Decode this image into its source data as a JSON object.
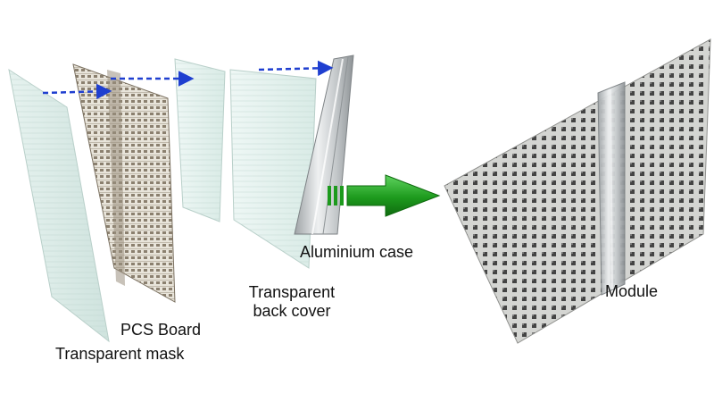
{
  "labels": {
    "transparent_mask": "Transparent mask",
    "pcs_board": "PCS Board",
    "back_cover_line1": "Transparent",
    "back_cover_line2": "back cover",
    "aluminium_case": "Aluminium case",
    "module": "Module"
  },
  "colors": {
    "mask": "#dcece8",
    "cover": "#e7f3f0",
    "pcs_dots": "#8b806f",
    "aluminium": "#c9ccce",
    "module_face": "#cfd0cc",
    "module_led": "#2b2b2b",
    "arrow_dashed": "#1f3fd0",
    "arrow_green": "#1d9a1d"
  },
  "icons": {
    "dashed_arrow": "dashed-arrow-icon",
    "big_arrow": "big-green-arrow-icon"
  }
}
